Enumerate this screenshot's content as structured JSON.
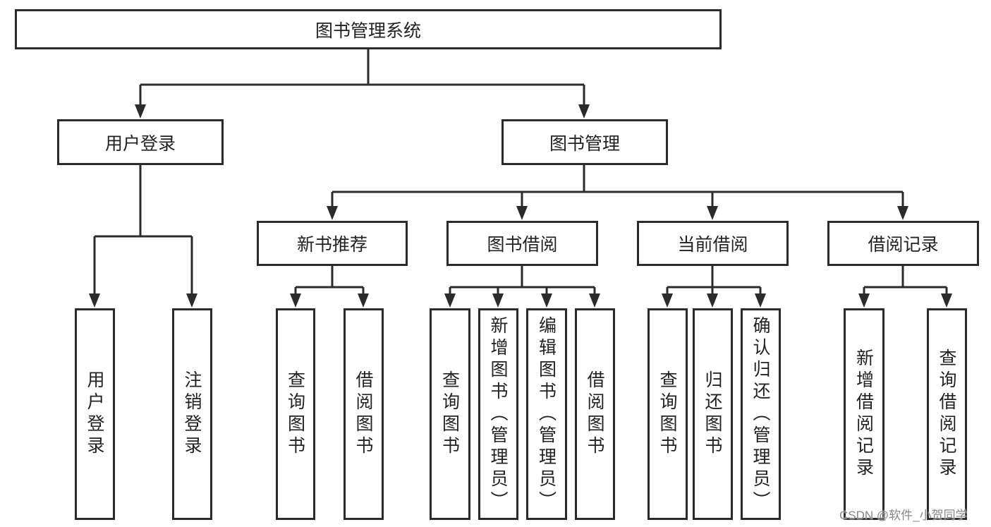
{
  "root": {
    "label": "图书管理系统"
  },
  "level1": [
    {
      "label": "用户登录",
      "children": [
        "用户登录",
        "注销登录"
      ]
    },
    {
      "label": "图书管理"
    }
  ],
  "level2": [
    {
      "label": "新书推荐",
      "children": [
        "查询图书",
        "借阅图书"
      ]
    },
    {
      "label": "图书借阅",
      "children": [
        "查询图书",
        "新增图书（管理员）",
        "编辑图书（管理员）",
        "借阅图书"
      ]
    },
    {
      "label": "当前借阅",
      "children": [
        "查询图书",
        "归还图书",
        "确认归还（管理员）"
      ]
    },
    {
      "label": "借阅记录",
      "children": [
        "新增借阅记录",
        "查询借阅记录"
      ]
    }
  ],
  "watermark": "CSDN @软件_小贺同学",
  "colors": {
    "stroke": "#2b2b2b",
    "text": "#222222"
  }
}
